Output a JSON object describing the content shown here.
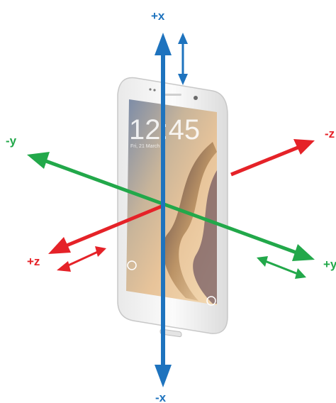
{
  "colors": {
    "x_axis": "#1e73be",
    "y_axis": "#22a84a",
    "z_axis": "#e52228",
    "background": "#ffffff"
  },
  "labels": {
    "x_positive": "+x",
    "x_negative": "-x",
    "y_negative": "-y",
    "y_positive": "+y",
    "z_negative": "-z",
    "z_positive": "+z"
  },
  "phone": {
    "clock": "12:45",
    "date": "Fri, 21 March"
  }
}
